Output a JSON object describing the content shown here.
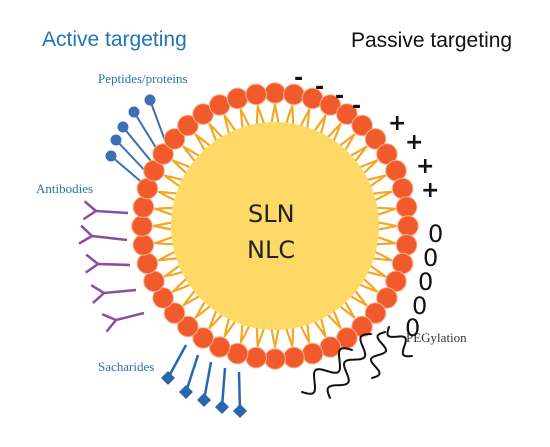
{
  "headings": {
    "active": "Active targeting",
    "passive": "Passive targeting"
  },
  "core": {
    "line1": "SLN",
    "line2": "NLC"
  },
  "ligands": {
    "peptides": "Peptides/proteins",
    "antibodies": "Antibodies",
    "saccharides": "Sacharides"
  },
  "surface": {
    "negative": [
      "-",
      "-",
      "-",
      "-"
    ],
    "positive": [
      "+",
      "+",
      "+",
      "+"
    ],
    "neutral": [
      "0",
      "0",
      "0",
      "0",
      "0"
    ],
    "pegylation": "PEGylation"
  },
  "colors": {
    "core_fill": "#fed965",
    "lipid_tail": "#f5a622",
    "head_group": "#f15a2b",
    "head_outline": "#f7b395",
    "active_text": "#1f75b6",
    "ligand_label": "#2873b5",
    "peptide": "#3e6fb6",
    "antibody": "#8c4ca0",
    "saccharide": "#2a66ad",
    "peg": "#111111"
  }
}
